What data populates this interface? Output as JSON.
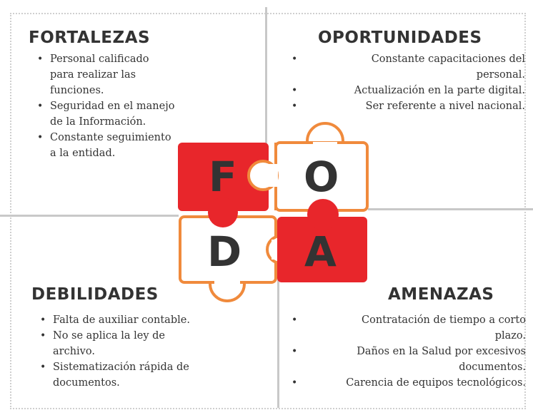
{
  "fortalezas": {
    "title": "FORTALEZAS",
    "items": [
      [
        "Personal calificado",
        "para realizar las",
        "funciones."
      ],
      [
        "Seguridad en el manejo",
        "de la Información."
      ],
      [
        "Constante seguimiento",
        "a la  entidad."
      ]
    ]
  },
  "oportunidades": {
    "title": "OPORTUNIDADES",
    "items": [
      [
        "Constante capacitaciones del",
        "personal."
      ],
      [
        "Actualización en la parte digital."
      ],
      [
        "Ser referente a nivel nacional."
      ]
    ]
  },
  "debilidades": {
    "title": "DEBILIDADES",
    "items": [
      [
        "Falta de auxiliar contable."
      ],
      [
        "No se aplica la ley de",
        "archivo."
      ],
      [
        "Sistematización rápida de",
        "documentos."
      ]
    ]
  },
  "amenazas": {
    "title": "AMENAZAS",
    "items": [
      [
        "Contratación de tiempo a corto",
        "plazo."
      ],
      [
        "Daños en la Salud por excesivos",
        "documentos."
      ],
      [
        "Carencia de equipos tecnológicos."
      ]
    ]
  },
  "puzzle": {
    "letters": {
      "f": "F",
      "o": "O",
      "d": "D",
      "a": "A"
    },
    "colors": {
      "red": "#e8262b",
      "orange": "#f08a3c",
      "white": "#ffffff"
    }
  }
}
